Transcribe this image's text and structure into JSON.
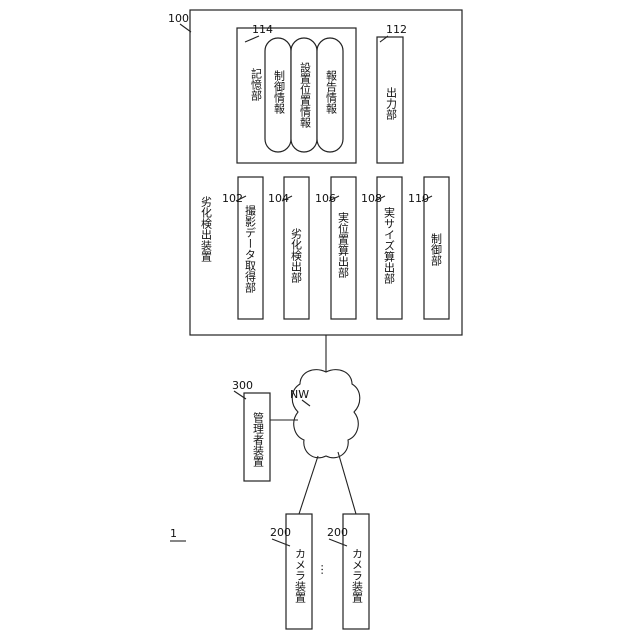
{
  "system": {
    "ref": "1"
  },
  "device": {
    "name": "劣化検出装置",
    "ref": "100",
    "units": [
      {
        "key": "acq",
        "label": "撮影データ取得部",
        "ref": "102"
      },
      {
        "key": "det",
        "label": "劣化検出部",
        "ref": "104"
      },
      {
        "key": "pos",
        "label": "実位置算出部",
        "ref": "106"
      },
      {
        "key": "size",
        "label": "実サイズ算出部",
        "ref": "108"
      },
      {
        "key": "ctrl",
        "label": "制御部",
        "ref": "110"
      }
    ],
    "output": {
      "label": "出力部",
      "ref": "112"
    },
    "storage": {
      "label": "記憶部",
      "ref": "114",
      "items": [
        "制御情報",
        "設置位置情報",
        "報告情報"
      ]
    }
  },
  "network": {
    "label": "NW"
  },
  "admin": {
    "label": "管理者装置",
    "ref": "300"
  },
  "cameras": [
    {
      "label": "カメラ装置",
      "ref": "200"
    },
    {
      "label": "カメラ装置",
      "ref": "200"
    }
  ],
  "ellipsis": "…"
}
